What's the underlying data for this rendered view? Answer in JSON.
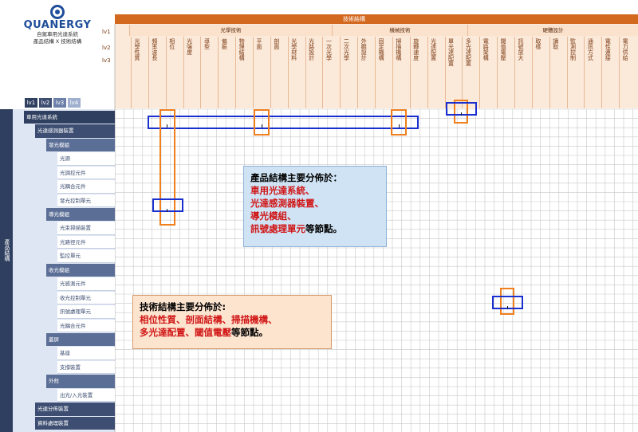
{
  "brand": {
    "logo_text": "QUANERGY",
    "sub1": "自駕車用光達系統",
    "sub2": "產品結構 X 技術結構"
  },
  "level_tags": [
    "lv1",
    "lv2",
    "lv3"
  ],
  "level_buttons": [
    "lv1",
    "lv2",
    "lv3",
    "lv4"
  ],
  "tech_header": {
    "title": "技術結構",
    "groups": [
      "光學技術",
      "機械技術",
      "硬體設計"
    ],
    "l3": [
      "光學性質",
      "頻率波長",
      "相位",
      "光強度",
      "導型",
      "偏振",
      "物理結構",
      "平面",
      "剖面",
      "光學材料",
      "光路設計",
      "一次光學",
      "二次光學",
      "外觀設計",
      "固定機構",
      "掃描機構",
      "旋轉速度",
      "光達配置",
      "單光達配置",
      "多光達配置",
      "電路架構",
      "閾值電壓",
      "訊號放大",
      "取樣",
      "讀取",
      "監測控制",
      "通訊方式",
      "電性連接",
      "電力供給"
    ]
  },
  "product_axis": "產品結構",
  "rows": [
    {
      "level": 1,
      "label": "車用光達系統"
    },
    {
      "level": 2,
      "label": "光達感測器裝置"
    },
    {
      "level": 3,
      "label": "發光模組"
    },
    {
      "level": 4,
      "label": "光源"
    },
    {
      "level": 4,
      "label": "光調控元件"
    },
    {
      "level": 4,
      "label": "光耦合元件"
    },
    {
      "level": 4,
      "label": "發光控制單元"
    },
    {
      "level": 3,
      "label": "導光模組"
    },
    {
      "level": 4,
      "label": "光束掃描裝置"
    },
    {
      "level": 4,
      "label": "光路徑元件"
    },
    {
      "level": 4,
      "label": "監控單元"
    },
    {
      "level": 3,
      "label": "收光模組"
    },
    {
      "level": 4,
      "label": "光感測元件"
    },
    {
      "level": 4,
      "label": "收光控制單元"
    },
    {
      "level": 4,
      "label": "訊號處理單元"
    },
    {
      "level": 4,
      "label": "光耦合元件"
    },
    {
      "level": 3,
      "label": "蓋屏"
    },
    {
      "level": 4,
      "label": "基座"
    },
    {
      "level": 4,
      "label": "支撐裝置"
    },
    {
      "level": 3,
      "label": "外殼"
    },
    {
      "level": 4,
      "label": "出光/入光裝置"
    },
    {
      "level": 2,
      "label": "光達分佈裝置"
    },
    {
      "level": 2,
      "label": "資料處理裝置"
    }
  ],
  "note_product": {
    "line1_bold": "產品結構",
    "line1_rest": "主要分佈於：",
    "items": [
      "車用光達系統、",
      "光達感測器裝置、",
      "導光模組、"
    ],
    "last_red": "訊號處理單元",
    "last_rest": "等節點。"
  },
  "note_tech": {
    "line1_bold": "技術結構",
    "line1_rest": "主要分佈於:",
    "line2": "相位性質、剖面結構、掃描機構、",
    "line3_red": "多光達配置、閾值電壓",
    "line3_rest": "等節點。"
  },
  "colors": {
    "header_orange": "#d3691f",
    "header_light": "#fbe2cc",
    "nav_dark": "#2f3f60",
    "nav_mid": "#3d4e72",
    "nav_light": "#dfe6f3",
    "highlight_blue": "#1a2fcf",
    "highlight_orange": "#f07f1c",
    "note_blue_bg": "#cfe3f4",
    "note_orange_bg": "#fde4cf",
    "red_text": "#d01515"
  }
}
